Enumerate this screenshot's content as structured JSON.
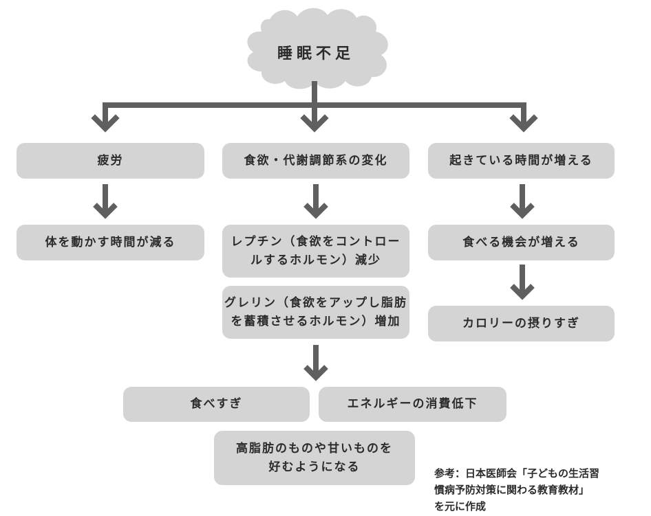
{
  "root": {
    "label": "睡眠不足"
  },
  "branches": {
    "fatigue": {
      "label": "疲労",
      "result": "体を動かす時間が減る"
    },
    "metabolism": {
      "label": "食欲・代謝調節系の変化",
      "leptin_line1": "レプチン（食欲をコントロー",
      "leptin_line2": "ルするホルモン）減少",
      "ghrelin_line1": "グレリン（食欲をアップし脂肪",
      "ghrelin_line2": "を蓄積させるホルモン）増加"
    },
    "awake": {
      "label": "起きている時間が増える",
      "result1": "食べる機会が増える",
      "result2": "カロリーの摂りすぎ"
    }
  },
  "outcomes": {
    "overeating": "食べすぎ",
    "low_energy": "エネルギーの消費低下",
    "preference_line1": "高脂肪のものや甘いものを",
    "preference_line2": "好むようになる"
  },
  "source_note": {
    "line1": "参考：日本医師会「子どもの生活習",
    "line2": "慣病予防対策に関わる教育教材」",
    "line3": "を元に作成"
  },
  "colors": {
    "box_fill": "#d4d4d4",
    "arrow": "#5f5f5f",
    "text": "#2b2b2b"
  }
}
